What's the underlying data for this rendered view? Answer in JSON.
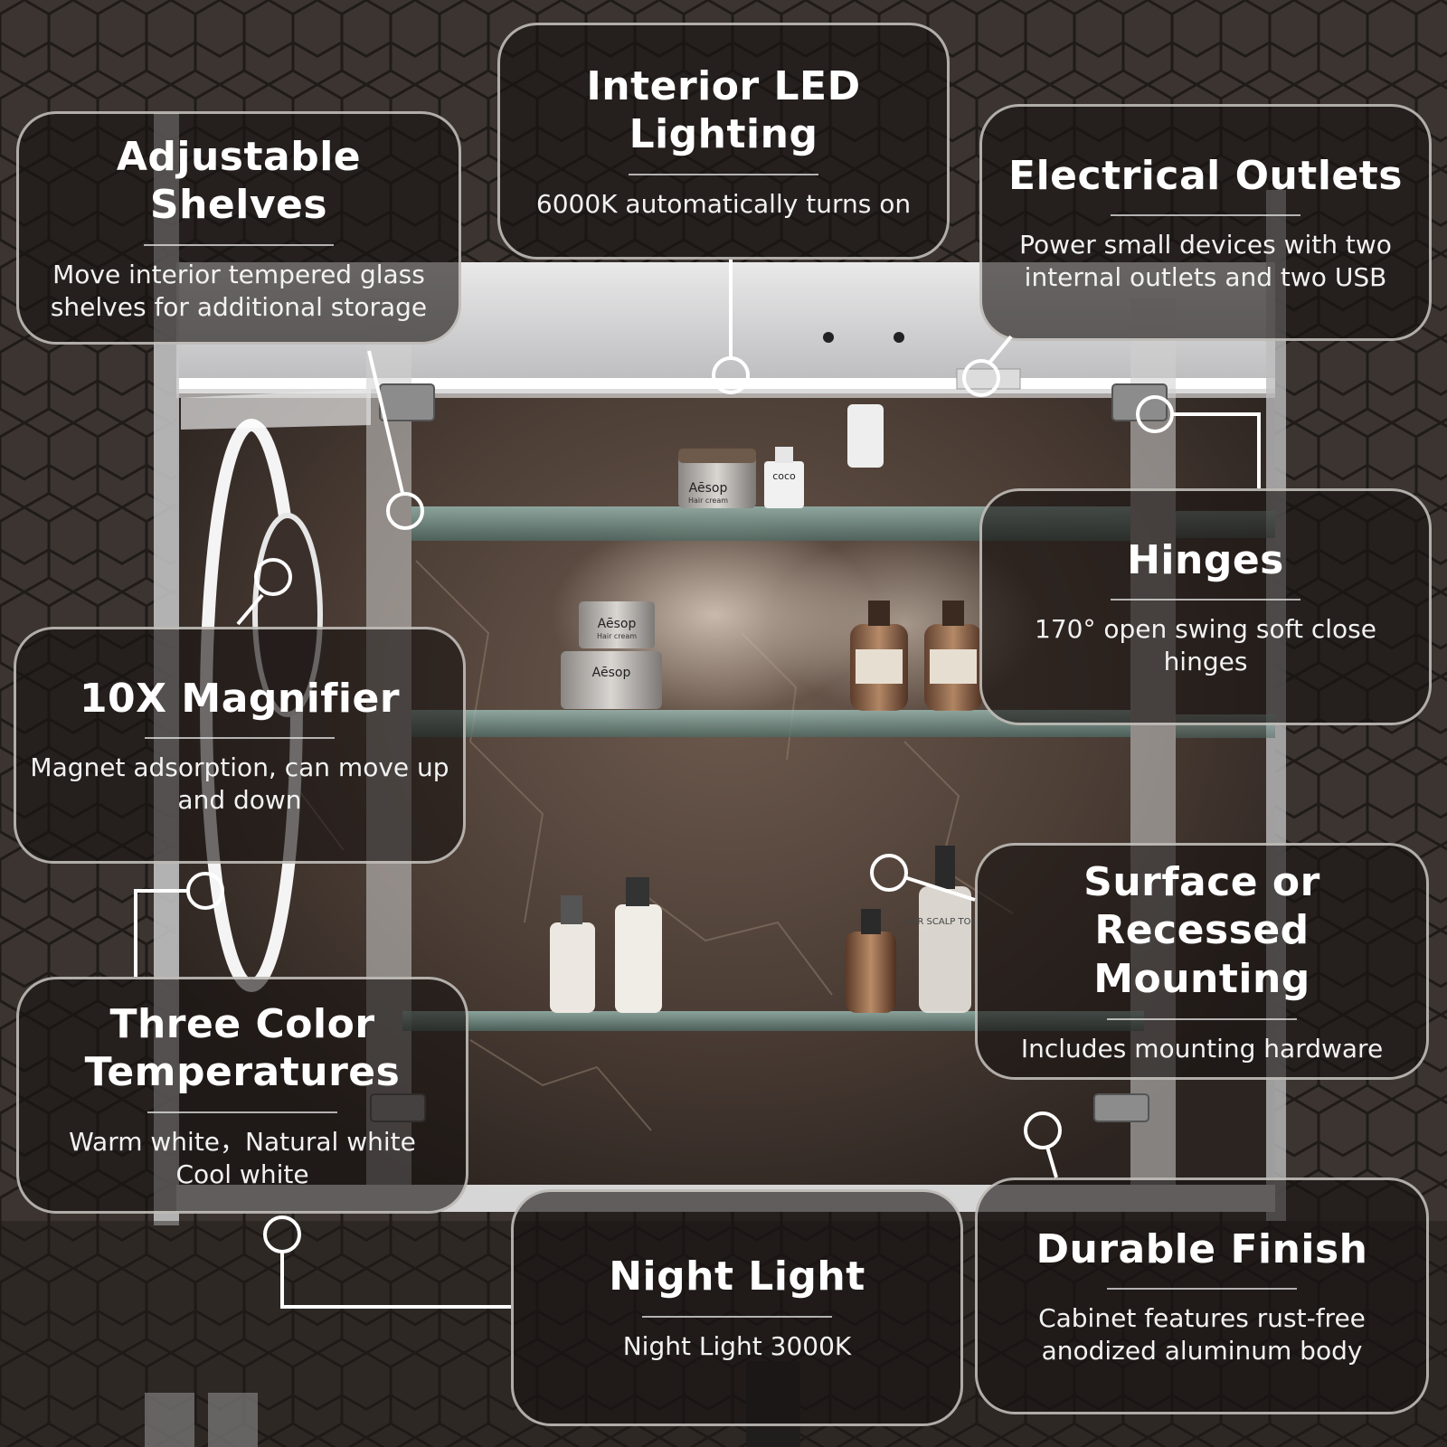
{
  "features": [
    {
      "key": "adjustable-shelves",
      "title": "Adjustable Shelves",
      "description": "Move interior tempered glass shelves for additional storage"
    },
    {
      "key": "interior-led-lighting",
      "title": "Interior LED Lighting",
      "description": "6000K automatically turns on"
    },
    {
      "key": "electrical-outlets",
      "title": "Electrical Outlets",
      "description": "Power small devices with two internal outlets and two USB"
    },
    {
      "key": "hinges",
      "title": "Hinges",
      "description": "170° open swing soft close hinges"
    },
    {
      "key": "magnifier",
      "title": "10X Magnifier",
      "description": "Magnet adsorption, can move up and down"
    },
    {
      "key": "mounting",
      "title": "Surface or Recessed Mounting",
      "description": "Includes mounting hardware"
    },
    {
      "key": "color-temperatures",
      "title": "Three Color Temperatures",
      "description": "Warm white，Natural white Cool white"
    },
    {
      "key": "night-light",
      "title": "Night Light",
      "description": "Night Light 3000K"
    },
    {
      "key": "durable-finish",
      "title": "Durable Finish",
      "description": "Cabinet features rust-free anodized aluminum body"
    }
  ],
  "labels": {
    "jar_brand": "Aēsop",
    "jar_product": "Hair cream",
    "bottle_small": "coco",
    "bottle_tonic": "HAIR SCALP TONIC"
  },
  "colors": {
    "background": "#2a2522",
    "panel_border": "#e1deda",
    "panel_fill": "#181412",
    "accent_led": "#ffffff"
  }
}
